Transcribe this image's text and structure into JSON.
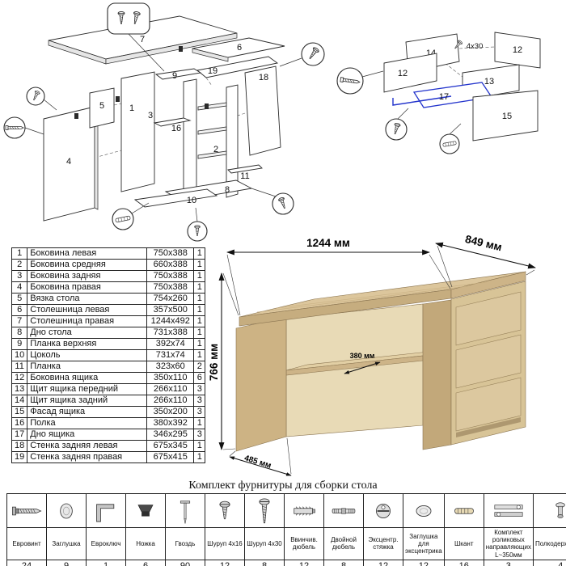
{
  "meta": {
    "title": "Комплект фурнитуры для сборки стола",
    "colors": {
      "wood": "#d8c497",
      "highlight_blue": "#2233cc"
    }
  },
  "parts_table": {
    "rows": [
      {
        "num": "1",
        "name": "Боковина левая",
        "size": "750x388",
        "qty": "1"
      },
      {
        "num": "2",
        "name": "Боковина средняя",
        "size": "660x388",
        "qty": "1"
      },
      {
        "num": "3",
        "name": "Боковина задняя",
        "size": "750x388",
        "qty": "1"
      },
      {
        "num": "4",
        "name": "Боковина правая",
        "size": "750x388",
        "qty": "1"
      },
      {
        "num": "5",
        "name": "Вязка стола",
        "size": "754x260",
        "qty": "1"
      },
      {
        "num": "6",
        "name": "Столешница левая",
        "size": "357x500",
        "qty": "1"
      },
      {
        "num": "7",
        "name": "Столешница правая",
        "size": "1244x492",
        "qty": "1"
      },
      {
        "num": "8",
        "name": "Дно стола",
        "size": "731x388",
        "qty": "1"
      },
      {
        "num": "9",
        "name": "Планка верхняя",
        "size": "392x74",
        "qty": "1"
      },
      {
        "num": "10",
        "name": "Цоколь",
        "size": "731x74",
        "qty": "1"
      },
      {
        "num": "11",
        "name": "Планка",
        "size": "323x60",
        "qty": "2"
      },
      {
        "num": "12",
        "name": "Боковина ящика",
        "size": "350x110",
        "qty": "6"
      },
      {
        "num": "13",
        "name": "Щит ящика передний",
        "size": "266x110",
        "qty": "3"
      },
      {
        "num": "14",
        "name": "Щит ящика задний",
        "size": "266x110",
        "qty": "3"
      },
      {
        "num": "15",
        "name": "Фасад ящика",
        "size": "350x200",
        "qty": "3"
      },
      {
        "num": "16",
        "name": "Полка",
        "size": "380x392",
        "qty": "1"
      },
      {
        "num": "17",
        "name": "Дно ящика",
        "size": "346x295",
        "qty": "3"
      },
      {
        "num": "18",
        "name": "Стенка задняя левая",
        "size": "675x345",
        "qty": "1"
      },
      {
        "num": "19",
        "name": "Стенка задняя правая",
        "size": "675x415",
        "qty": "1"
      }
    ]
  },
  "desk_diagram": {
    "labels": {
      "p1": "1",
      "p2": "2",
      "p3": "3",
      "p4": "4",
      "p5": "5",
      "p6": "6",
      "p7": "7",
      "p8": "8",
      "p9": "9",
      "p10": "10",
      "p11": "11",
      "p16": "16",
      "p18": "18",
      "p19": "19"
    }
  },
  "drawer_diagram": {
    "labels": {
      "p12a": "12",
      "p12b": "12",
      "p13": "13",
      "p14": "14",
      "p15": "15",
      "p17": "17"
    },
    "screw_note": "4х30"
  },
  "desk_render": {
    "dim_width": "1244 мм",
    "dim_depth": "849 мм",
    "dim_height": "766 мм",
    "dim_shelf": "380 мм",
    "dim_leg": "485 мм"
  },
  "hardware_table": {
    "items": [
      {
        "name": "Евровинт",
        "qty": "24",
        "icon": "eurovint-icon"
      },
      {
        "name": "Заглушка",
        "qty": "9",
        "icon": "plug-icon"
      },
      {
        "name": "Евроключ",
        "qty": "1",
        "icon": "hexkey-icon"
      },
      {
        "name": "Ножка",
        "qty": "6",
        "icon": "leg-icon"
      },
      {
        "name": "Гвоздь",
        "qty": "90",
        "icon": "nail-icon"
      },
      {
        "name": "Шуруп 4х16",
        "qty": "12",
        "icon": "screw-4x16-icon"
      },
      {
        "name": "Шуруп 4х30",
        "qty": "8",
        "icon": "screw-4x30-icon"
      },
      {
        "name": "Ввинчив. дюбель",
        "qty": "12",
        "icon": "vvint-dowel-icon"
      },
      {
        "name": "Двойной дюбель",
        "qty": "8",
        "icon": "double-dowel-icon"
      },
      {
        "name": "Эксцентр. стяжка",
        "qty": "12",
        "icon": "cam-lock-icon"
      },
      {
        "name": "Заглушка для эксцентрика",
        "qty": "12",
        "icon": "cam-plug-icon"
      },
      {
        "name": "Шкант",
        "qty": "16",
        "icon": "shkant-icon"
      },
      {
        "name": "Комплект роликовых направляющих L~350мм",
        "qty": "3",
        "icon": "slide-rail-icon"
      },
      {
        "name": "Полкодержатель",
        "qty": "4",
        "icon": "shelf-pin-icon"
      }
    ]
  }
}
